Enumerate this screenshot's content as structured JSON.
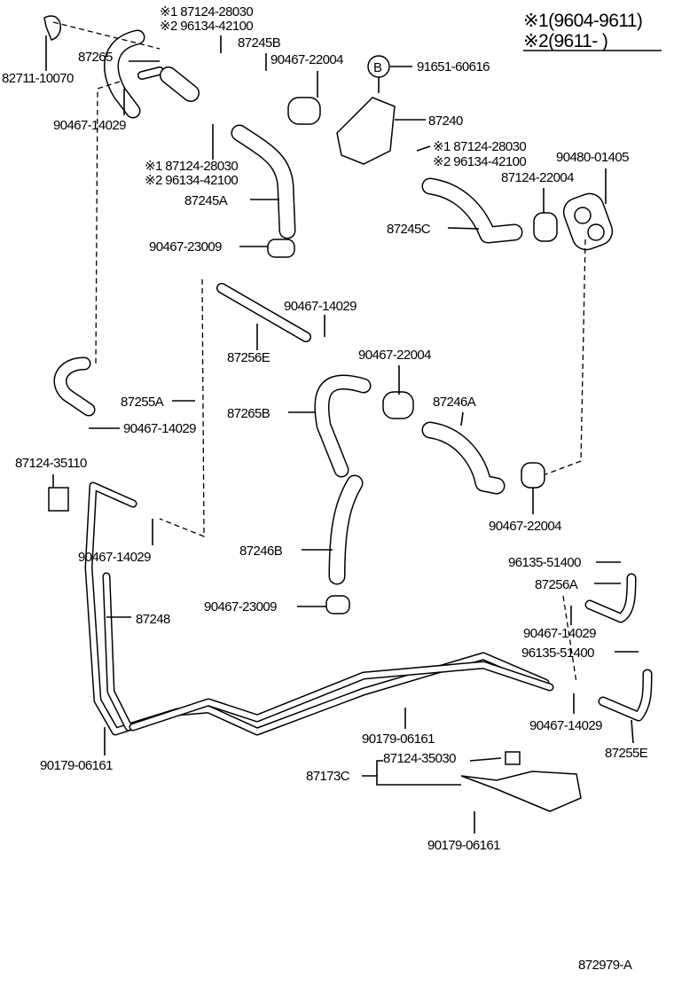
{
  "legend": {
    "line1": "※1(9604-9611)",
    "line2": "※2(9611-      )"
  },
  "diagram_id": "872979-A",
  "callouts": {
    "c1a": "※1 87124-28030",
    "c1b": "※2 96134-42100",
    "p87245B": "87245B",
    "p87265": "87265",
    "p90467_22004_a": "90467-22004",
    "b_mark": "B",
    "p91651": "91651-60616",
    "p82711": "82711-10070",
    "p90467_14029_a": "90467-14029",
    "p87240": "87240",
    "c2a": "※1 87124-28030",
    "c2b": "※2 96134-42100",
    "p90480": "90480-01405",
    "c3a": "※1 87124-28030",
    "c3b": "※2 96134-42100",
    "p87124_22004": "87124-22004",
    "p87245A": "87245A",
    "p87245C": "87245C",
    "p90467_23009_a": "90467-23009",
    "p90467_14029_b": "90467-14029",
    "p87256E": "87256E",
    "p90467_22004_b": "90467-22004",
    "p87255A": "87255A",
    "p87246A": "87246A",
    "p87265B": "87265B",
    "p90467_14029_c": "90467-14029",
    "p87124_35110": "87124-35110",
    "p90467_22004_c": "90467-22004",
    "p90467_14029_d": "90467-14029",
    "p87246B": "87246B",
    "p96135_a": "96135-51400",
    "p87256A": "87256A",
    "p90467_23009_b": "90467-23009",
    "p87248": "87248",
    "p90467_14029_e": "90467-14029",
    "p96135_b": "96135-51400",
    "p90467_14029_f": "90467-14029",
    "p90179_a": "90179-06161",
    "p87255E": "87255E",
    "p87124_35030": "87124-35030",
    "p87173C": "87173C",
    "p90179_b": "90179-06161",
    "p90179_c": "90179-06161"
  }
}
